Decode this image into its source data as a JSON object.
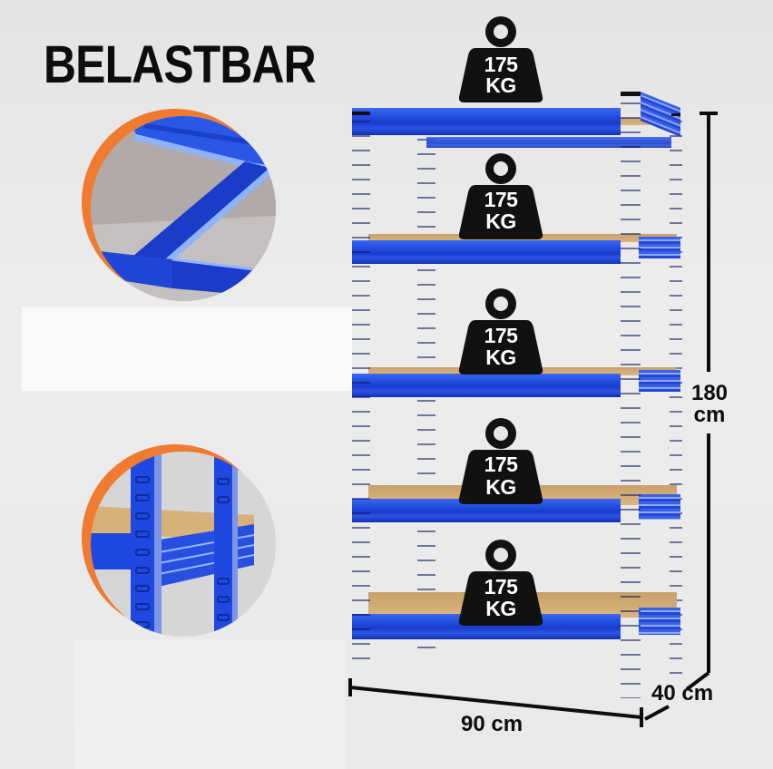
{
  "headline": "BELASTBAR",
  "detail_images": [
    {
      "label": "shelf-underside-crossbar-detail",
      "accent_color": "#ef7a30"
    },
    {
      "label": "post-and-beam-connection-detail",
      "accent_color": "#ef7a30"
    }
  ],
  "shelf": {
    "color": "#1f48e0",
    "board_color": "#d3ab74",
    "levels": [
      {
        "weight_value": "175",
        "weight_unit": "KG"
      },
      {
        "weight_value": "175",
        "weight_unit": "KG"
      },
      {
        "weight_value": "175",
        "weight_unit": "KG"
      },
      {
        "weight_value": "175",
        "weight_unit": "KG"
      },
      {
        "weight_value": "175",
        "weight_unit": "KG"
      }
    ]
  },
  "dimensions": {
    "height_value": "180",
    "height_unit": "cm",
    "width_label": "90 cm",
    "depth_label": "40 cm"
  }
}
